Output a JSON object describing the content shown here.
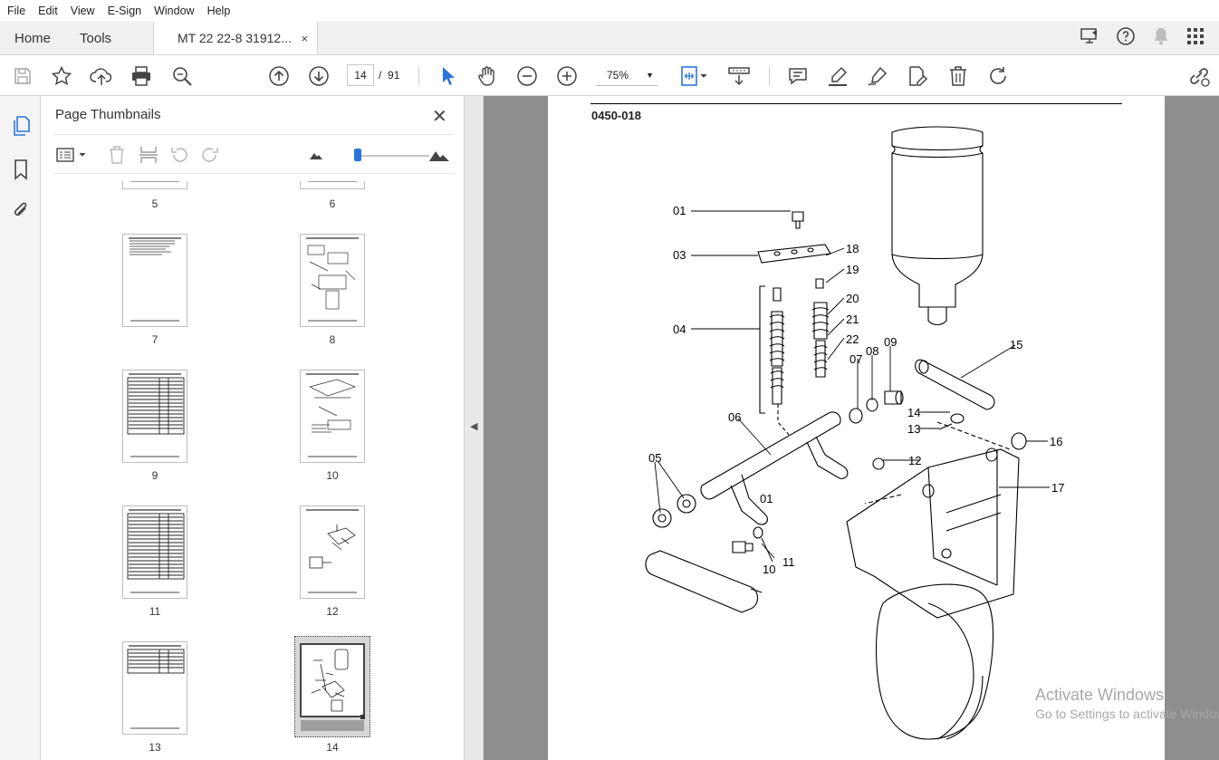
{
  "menubar": {
    "items": [
      "File",
      "Edit",
      "View",
      "E-Sign",
      "Window",
      "Help"
    ]
  },
  "tabs": {
    "home": "Home",
    "tools": "Tools",
    "document": "MT 22 22-8 31912...",
    "close": "×"
  },
  "toolbar": {
    "current_page": "14",
    "page_separator": "/",
    "total_pages": "91",
    "zoom": "75%",
    "icons": [
      "save-icon",
      "bookmark-star-icon",
      "upload-icon",
      "print-icon",
      "search-zoom-icon",
      "page-up-icon",
      "page-down-icon",
      "select-arrow-icon",
      "hand-icon",
      "zoom-out-icon",
      "zoom-in-icon",
      "fit-page-icon",
      "scroll-mode-icon",
      "comment-icon",
      "highlight-icon",
      "draw-icon",
      "edit-pdf-icon",
      "delete-icon",
      "rotate-icon",
      "share-link-icon"
    ]
  },
  "sidebar": {
    "title": "Page Thumbnails",
    "close": "✕",
    "thumbnails": [
      {
        "label": "5"
      },
      {
        "label": "6"
      },
      {
        "label": "7"
      },
      {
        "label": "8"
      },
      {
        "label": "9"
      },
      {
        "label": "10"
      },
      {
        "label": "11"
      },
      {
        "label": "12"
      },
      {
        "label": "13"
      },
      {
        "label": "14",
        "selected": true
      }
    ]
  },
  "document": {
    "code": "0450-018",
    "callouts": [
      "01",
      "03",
      "04",
      "18",
      "19",
      "20",
      "21",
      "22",
      "07",
      "08",
      "09",
      "15",
      "06",
      "14",
      "13",
      "16",
      "05",
      "12",
      "17",
      "01",
      "10",
      "11"
    ]
  },
  "watermark": {
    "line1": "Activate Windows",
    "line2": "Go to Settings to activate Windows."
  },
  "colors": {
    "accent": "#2d74da",
    "viewer_bg": "#8e8e8e",
    "tabbar_bg": "#f0f0f0"
  }
}
